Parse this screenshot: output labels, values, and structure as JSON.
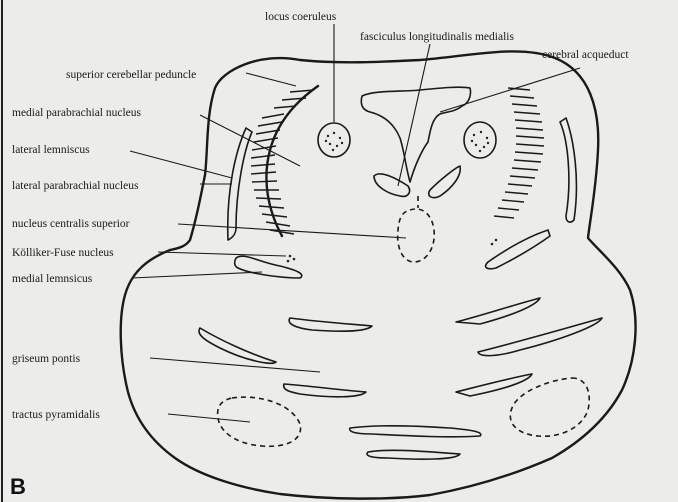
{
  "figure": {
    "panel_letter": "B",
    "labels": {
      "locus_coeruleus": "locus coeruleus",
      "fasciculus": "fasciculus longitudinalis medialis",
      "cerebral_acqueduct": "cerebral acqueduct",
      "superior_cerebellar_peduncle": "superior cerebellar peduncle",
      "medial_parabrachial": "medial parabrachial nucleus",
      "lateral_lemniscus": "lateral lemniscus",
      "lateral_parabrachial": "lateral parabrachial nucleus",
      "centralis_superior": "nucleus centralis superior",
      "kolliker_fuse": "Kölliker-Fuse nucleus",
      "medial_lemnsicus": "medial lemnsicus",
      "griseum_pontis": "griseum pontis",
      "tractus_pyramidalis": "tractus pyramidalis"
    }
  }
}
